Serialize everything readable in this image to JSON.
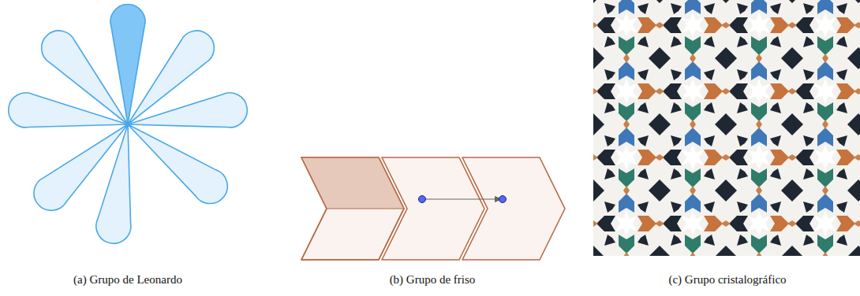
{
  "diagram": {
    "labels": [
      "(a) Grupo de Leonardo",
      "(b) Grupo de friso",
      "(c) Grupo cristalográfico"
    ]
  }
}
